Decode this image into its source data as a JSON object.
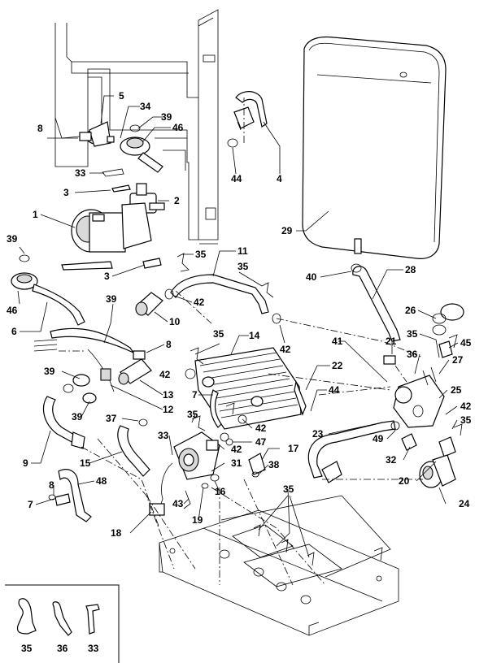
{
  "callouts": {
    "c5": "5",
    "c34": "34",
    "c39a": "39",
    "c46a": "46",
    "c8a": "8",
    "c33a": "33",
    "c3a": "3",
    "c2": "2",
    "c1": "1",
    "c39b": "39",
    "c46b": "46",
    "c6": "6",
    "c3b": "3",
    "c35a": "35",
    "c11": "11",
    "c35b": "35",
    "c42a": "42",
    "c10": "10",
    "c39c": "39",
    "c8b": "8",
    "c35c": "35",
    "c14": "14",
    "c42b": "42",
    "c39d": "39",
    "c12": "12",
    "c13": "13",
    "c39e": "39",
    "c37": "37",
    "c9": "9",
    "c15": "15",
    "c7a": "7",
    "c35d": "35",
    "c42c": "42",
    "c47": "47",
    "c33b": "33",
    "c42d": "42",
    "c31": "31",
    "c17": "17",
    "c38": "38",
    "c48": "48",
    "c8c": "8",
    "c7b": "7",
    "c18": "18",
    "c43": "43",
    "c19": "19",
    "c16": "16",
    "c35e": "35",
    "c44a": "44",
    "c4": "4",
    "c29": "29",
    "c28": "28",
    "c40": "40",
    "c26": "26",
    "c21": "21",
    "c41": "41",
    "c35f": "35",
    "c45": "45",
    "c36a": "36",
    "c27": "27",
    "c22": "22",
    "c44b": "44",
    "c25": "25",
    "c42e": "42",
    "c23": "23",
    "c49": "49",
    "c35g": "35",
    "c32": "32",
    "c20": "20",
    "c24": "24",
    "c42f": "42"
  },
  "legend": {
    "clip_35": "35",
    "clip_36": "36",
    "clip_33": "33"
  }
}
